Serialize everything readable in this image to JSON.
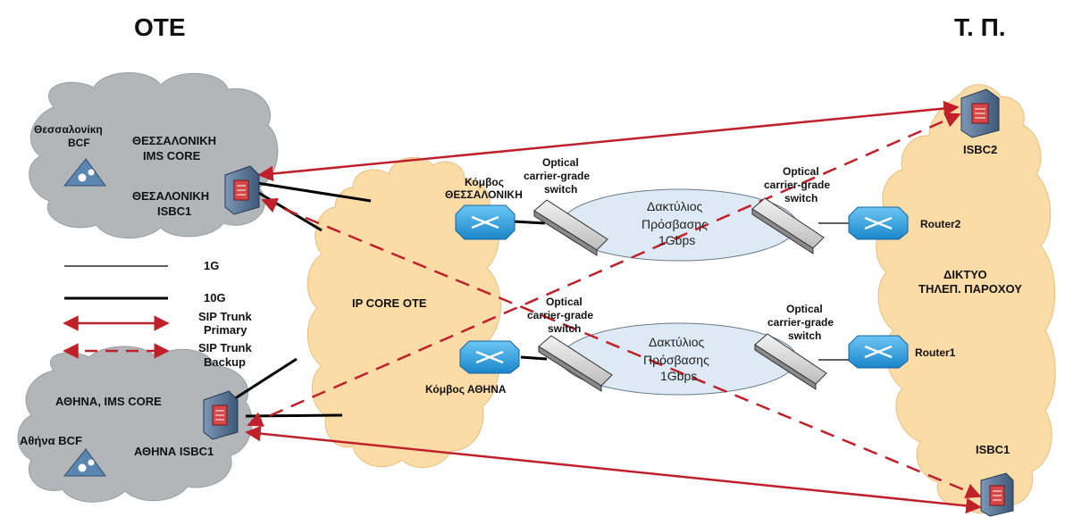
{
  "headers": {
    "left": "ΟΤΕ",
    "right": "Τ. Π."
  },
  "thessaloniki": {
    "bcf": [
      "Θεσσαλονίκη",
      "BCF"
    ],
    "ims_core": [
      "ΘΕΣΣΑΛΟΝΙΚΗ",
      "IMS CORE"
    ],
    "isbc": [
      "ΘΕΣΑΛΟΝΙΚΗ",
      "ISBC1"
    ]
  },
  "athens": {
    "ims_core": "ΑΘΗΝΑ, IMS CORE",
    "bcf": "Αθήνα BCF",
    "isbc": "ΑΘΗΝΑ ISBC1"
  },
  "legend": {
    "l1g": "1G",
    "l10g": "10G",
    "primary": [
      "SIP Trunk",
      "Primary"
    ],
    "backup": [
      "SIP Trunk",
      "Backup"
    ]
  },
  "core": {
    "label": "IP CORE OTE"
  },
  "nodes": {
    "thess": [
      "Κόμβος",
      "ΘΕΣΣΑΛΟΝΙΚΗ"
    ],
    "athens": "Κόμβος ΑΘΗΝΑ"
  },
  "switch_label": [
    "Optical",
    "carrier-grade",
    "switch"
  ],
  "ring_label": [
    "Δακτύλιος",
    "Πρόσβασης",
    "1Gbps"
  ],
  "provider": {
    "network": [
      "ΔΙΚΤΥΟ",
      "ΤΗΛΕΠ. ΠΑΡΟΧΟΥ"
    ],
    "router2": "Router2",
    "router1": "Router1",
    "isbc2": "ISBC2",
    "isbc1": "ISBC1"
  },
  "colors": {
    "gray_cloud": "#b2b6b8",
    "orange_cloud": "#fbdca6",
    "ring_fill": "#dde9f4",
    "router_blue": "#2f9fe0",
    "sip_red": "#c0202a",
    "link_black": "#000000"
  }
}
